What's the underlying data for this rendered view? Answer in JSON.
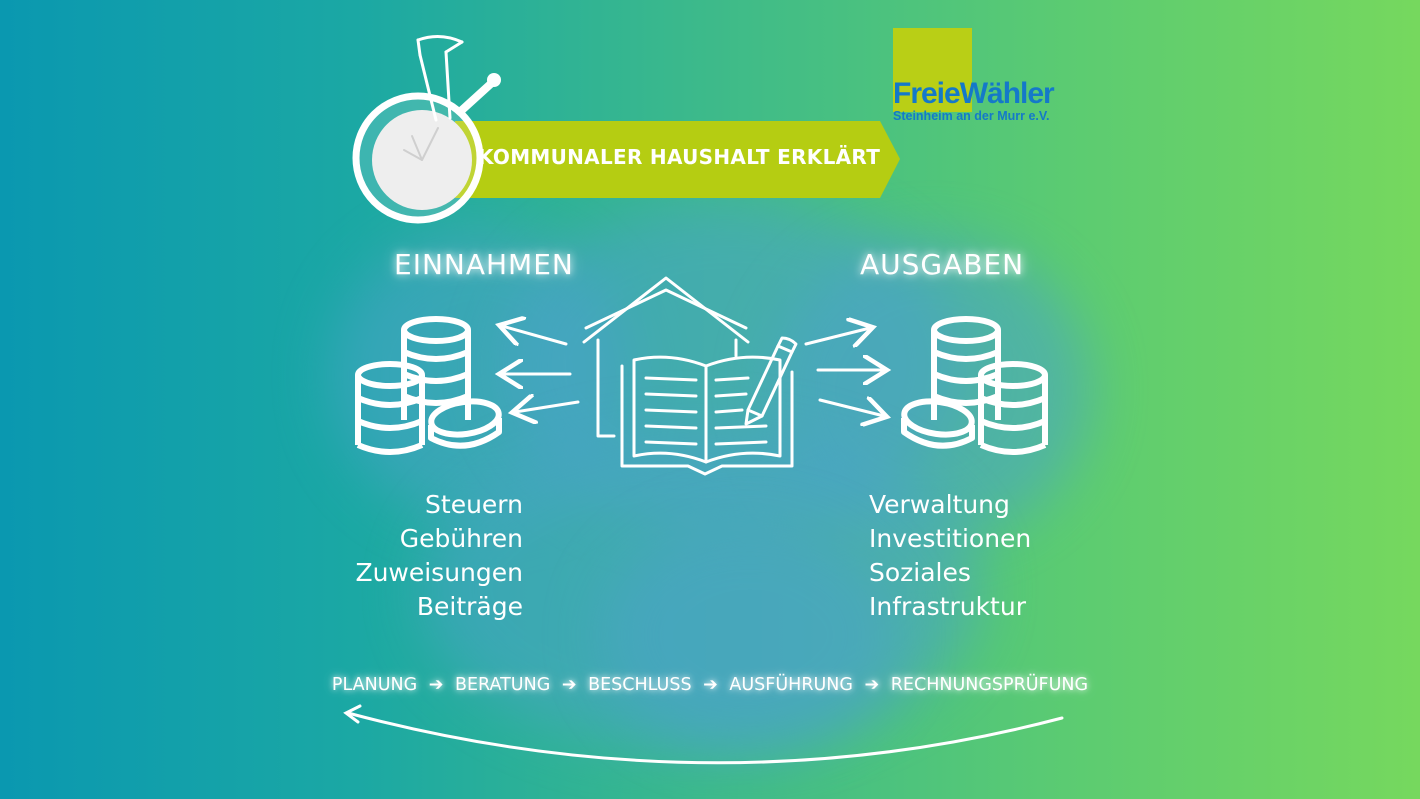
{
  "banner": {
    "title": "KOMMUNALER HAUSHALT ERKLÄRT"
  },
  "logo": {
    "name": "FreieWähler",
    "sub": "Steinheim an der Murr e.V."
  },
  "income": {
    "heading": "EINNAHMEN",
    "items": [
      "Steuern",
      "Gebühren",
      "Zuweisungen",
      "Beiträge"
    ]
  },
  "expenses": {
    "heading": "AUSGABEN",
    "items": [
      "Verwaltung",
      "Investitionen",
      "Soziales",
      "Infrastruktur"
    ]
  },
  "process": {
    "steps": [
      "PLANUNG",
      "BERATUNG",
      "BESCHLUSS",
      "AUSFÜHRUNG",
      "RECHNUNGSPRÜFUNG"
    ],
    "arrow": "➔"
  },
  "icons": {
    "stopwatch": "stopwatch-icon",
    "coins_left": "coin-stack-icon",
    "coins_right": "coin-stack-icon",
    "house_book": "house-book-icon",
    "cycle_arrow": "cycle-arrow-icon"
  },
  "colors": {
    "gradient_start": "#0a98b0",
    "gradient_end": "#76d85e",
    "banner": "#b5cd12",
    "logo_box": "#b9cf16",
    "logo_text": "#1479c9",
    "cloud": "#4aa3c9"
  }
}
